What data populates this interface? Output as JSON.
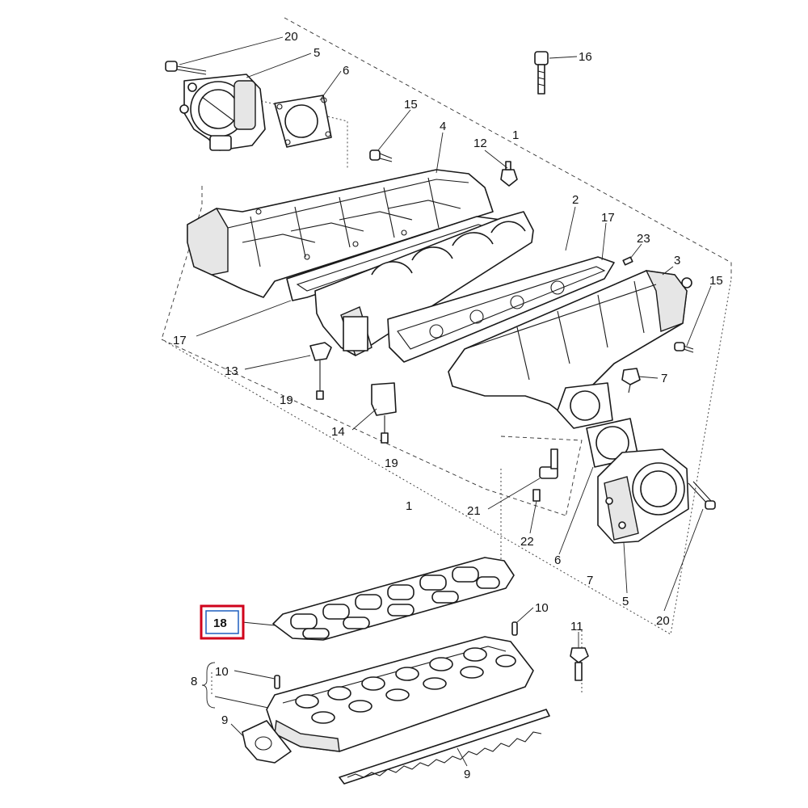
{
  "callouts": {
    "c20a": "20",
    "c5a": "5",
    "c6a": "6",
    "c16": "16",
    "c15a": "15",
    "c4": "4",
    "c12": "12",
    "c1a": "1",
    "c2": "2",
    "c17a": "17",
    "c23": "23",
    "c3": "3",
    "c15b": "15",
    "c17b": "17",
    "c13": "13",
    "c7a": "7",
    "c19a": "19",
    "c14": "14",
    "c19b": "19",
    "c1b": "1",
    "c21": "21",
    "c22": "22",
    "c6b": "6",
    "c7b": "7",
    "c5b": "5",
    "c20b": "20",
    "c18": "18",
    "c10a": "10",
    "c11": "11",
    "c10b": "10",
    "c8": "8",
    "c9a": "9",
    "c9b": "9"
  },
  "highlight": {
    "callout": "18",
    "border_color": "#d0021b",
    "inner_color": "#1f5fbf"
  }
}
